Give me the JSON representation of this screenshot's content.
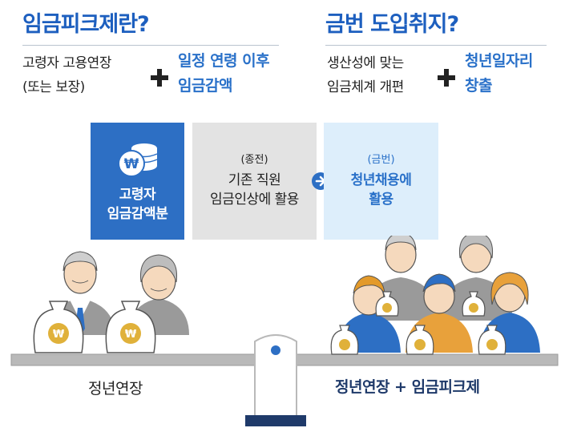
{
  "left": {
    "title": "임금피크제란?",
    "line1": "고령자 고용연장",
    "line2": "(또는 보장)",
    "blue1": "일정 연령 이후",
    "blue2": "임금감액"
  },
  "right": {
    "title": "금번 도입취지?",
    "line1": "생산성에 맞는",
    "line2": "임금체계 개편",
    "blue1": "청년일자리",
    "blue2": "창출"
  },
  "boxes": {
    "b1_line1": "고령자",
    "b1_line2": "임금감액분",
    "b2_small": "(종전)",
    "b2_line1": "기존 직원",
    "b2_line2": "임금인상에 활용",
    "b3_small": "(금번)",
    "b3_line1": "청년채용에",
    "b3_line2": "활용"
  },
  "coin_symbol": "₩",
  "scale": {
    "left_label": "정년연장",
    "right_label": "정년연장 + 임금피크제"
  },
  "colors": {
    "brand_blue": "#2d6fc4",
    "text_blue": "#2a71c9",
    "light_blue": "#ddeefb",
    "grey": "#e3e3e3",
    "navy": "#1f3a6a"
  }
}
